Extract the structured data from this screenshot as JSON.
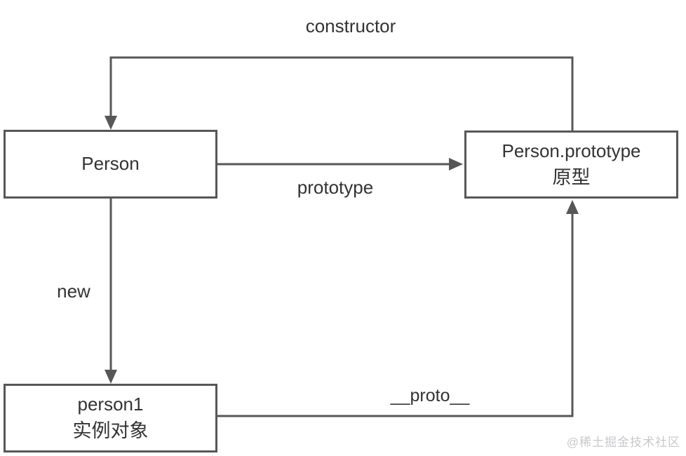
{
  "diagram": {
    "nodes": {
      "person": {
        "title": "Person"
      },
      "prototype": {
        "title": "Person.prototype",
        "subtitle": "原型"
      },
      "person1": {
        "title": "person1",
        "subtitle": "实例对象"
      }
    },
    "edges": {
      "constructor": {
        "label": "constructor"
      },
      "prototype": {
        "label": "prototype"
      },
      "new": {
        "label": "new"
      },
      "proto": {
        "label": "__proto__"
      }
    },
    "colors": {
      "line": "#575757",
      "text": "#333333",
      "watermark": "#c9c9cd",
      "background": "#ffffff"
    }
  },
  "watermark": {
    "text": "@稀土掘金技术社区"
  }
}
